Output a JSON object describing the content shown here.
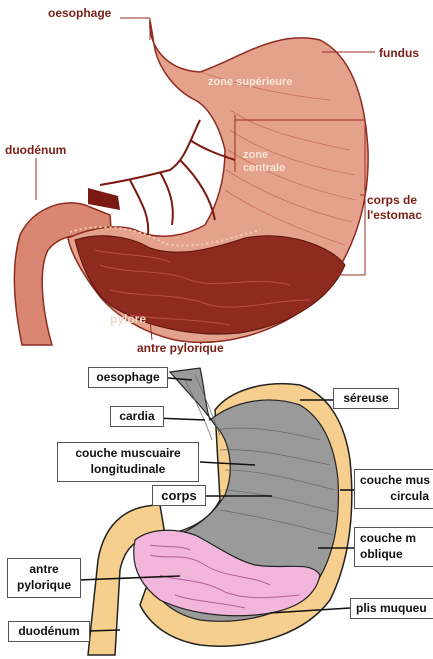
{
  "top_diagram": {
    "labels": {
      "oesophage": "oesophage",
      "fundus": "fundus",
      "zone_superieure": "zone supérieure",
      "zone_centrale_1": "zone",
      "zone_centrale_2": "centrale",
      "duodenum": "duodénum",
      "corps_1": "corps de",
      "corps_2": "l'estomac",
      "pylore": "pylore",
      "antre": "antre pylorique"
    },
    "colors": {
      "label": "#7a1f15",
      "stomach": "#d98672",
      "stomach_dark": "#a63a2a",
      "line": "#9b2a22"
    }
  },
  "bottom_diagram": {
    "labels": {
      "oesophage": "oesophage",
      "cardia": "cardia",
      "couche_long_1": "couche muscuaire",
      "couche_long_2": "longitudinale",
      "corps": "corps",
      "antre_1": "antre",
      "antre_2": "pylorique",
      "duodenum": "duodénum",
      "sereuse": "séreuse",
      "couche_circ_1": "couche mus",
      "couche_circ_2": "circula",
      "couche_obl_1": "couche m",
      "couche_obl_2": "oblique",
      "plis": "plis muqueu"
    },
    "colors": {
      "serosa": "#f6cf8e",
      "muscle": "#9a9a9a",
      "mucosa": "#f2b6dc",
      "outline": "#222222"
    }
  }
}
